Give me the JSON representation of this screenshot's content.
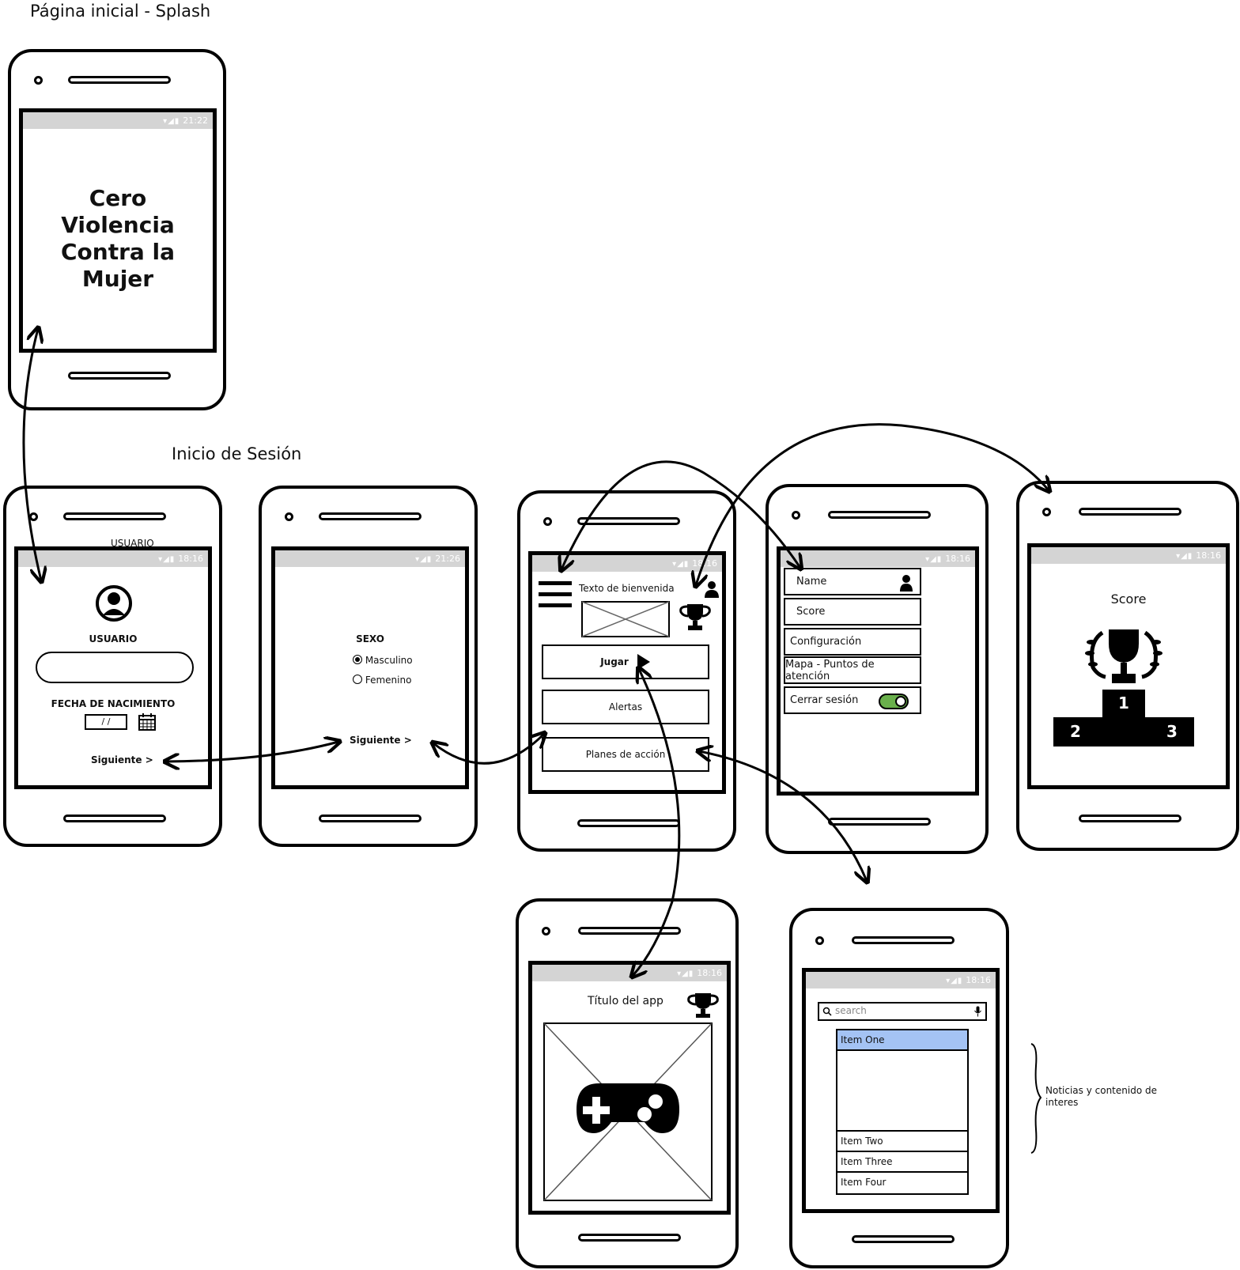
{
  "labels": {
    "splash_section": "Página inicial - Splash",
    "login_section": "Inicio de Sesión",
    "news_note": "Noticias y contenido de interes"
  },
  "colors": {
    "status_bar": "#d4d4d4",
    "list_selected": "#a4c3f4",
    "toggle_on": "#6ab04c"
  },
  "splash": {
    "status_time": "21:22",
    "title_lines": [
      "Cero",
      "Violencia",
      "Contra la",
      "Mujer"
    ]
  },
  "login": {
    "top_label": "USUARIO",
    "status_time": "18:16",
    "avatar_icon": "user-circle-icon",
    "user_label": "USUARIO",
    "dob_label": "FECHA DE NACIMIENTO",
    "date_value": "/ /",
    "next_label": "Siguiente"
  },
  "sex": {
    "status_time": "21:26",
    "label": "SEXO",
    "options": [
      "Masculino",
      "Femenino"
    ],
    "selected": "Masculino",
    "next_label": "Siguiente"
  },
  "home": {
    "status_time": "18:16",
    "welcome": "Texto de bienvenida",
    "play": "Jugar",
    "alerts": "Alertas",
    "plans": "Planes de acción"
  },
  "menu": {
    "status_time": "18:16",
    "items": [
      "Name",
      "Score",
      "Configuración",
      "Mapa - Puntos de atención",
      "Cerrar sesión"
    ]
  },
  "score": {
    "status_time": "18:16",
    "title": "Score",
    "podium": [
      "1",
      "2",
      "3"
    ]
  },
  "game": {
    "status_time": "18:16",
    "title": "Título del app"
  },
  "news": {
    "status_time": "18:16",
    "search_placeholder": "search",
    "items": [
      "Item One",
      "Item Two",
      "Item Three",
      "Item Four"
    ]
  }
}
